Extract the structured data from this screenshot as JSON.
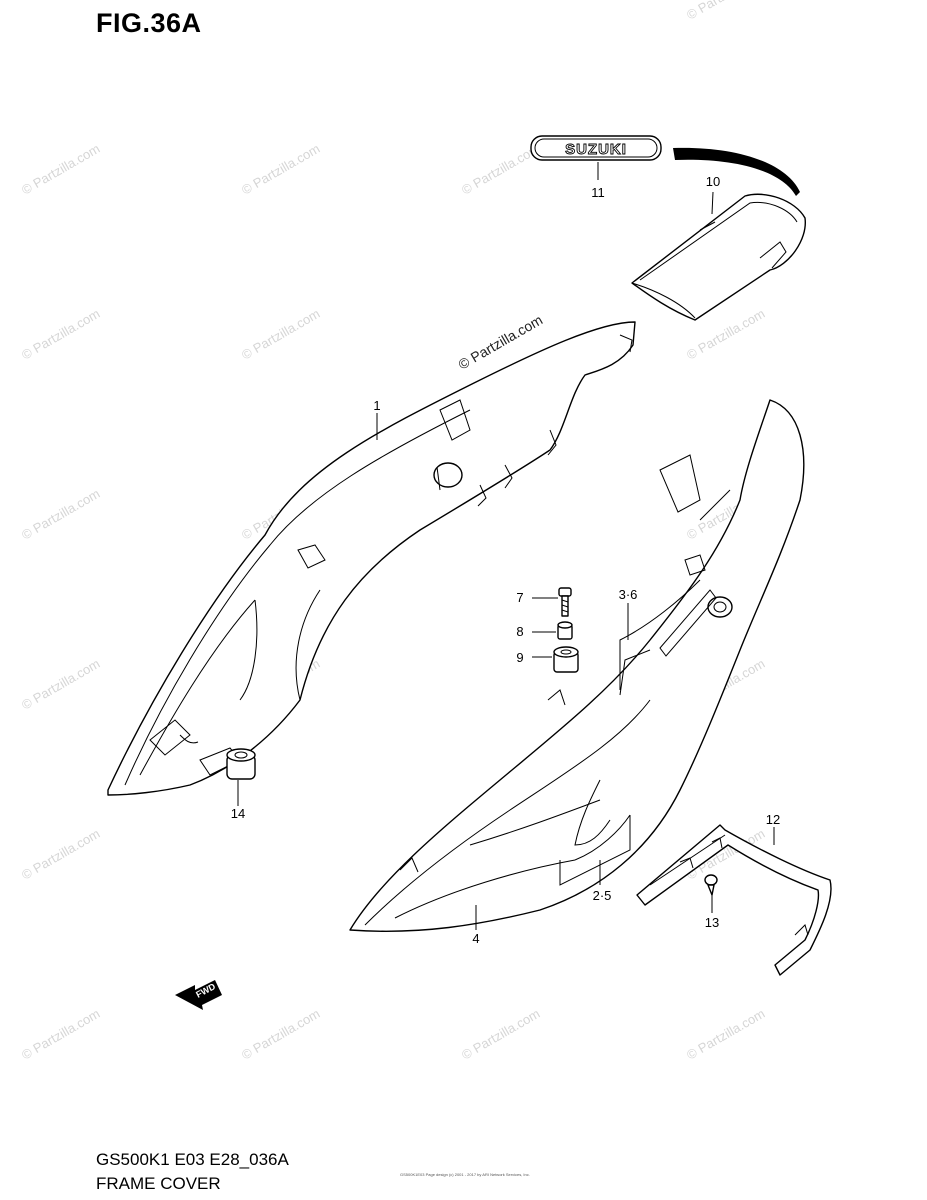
{
  "figure": {
    "id": "FIG.36A",
    "model_code": "GS500K1 E03 E28_036A",
    "section_title": "FRAME COVER",
    "copyright_line": "Page design (c) 2001 - 2017 by ARI Network Services, Inc.",
    "page_ref": "GS500K1E03"
  },
  "watermark": {
    "text": "© Partzilla.com",
    "color": "#d6d6d6"
  },
  "emblem": {
    "text": "SUZUKI"
  },
  "fwd_label": "FWD",
  "callouts": [
    {
      "id": "callout-1",
      "label": "1"
    },
    {
      "id": "callout-3-6",
      "label": "3·6"
    },
    {
      "id": "callout-2-5",
      "label": "2·5"
    },
    {
      "id": "callout-4",
      "label": "4"
    },
    {
      "id": "callout-7",
      "label": "7"
    },
    {
      "id": "callout-8",
      "label": "8"
    },
    {
      "id": "callout-9",
      "label": "9"
    },
    {
      "id": "callout-10",
      "label": "10"
    },
    {
      "id": "callout-11",
      "label": "11"
    },
    {
      "id": "callout-12",
      "label": "12"
    },
    {
      "id": "callout-13",
      "label": "13"
    },
    {
      "id": "callout-14",
      "label": "14"
    }
  ]
}
